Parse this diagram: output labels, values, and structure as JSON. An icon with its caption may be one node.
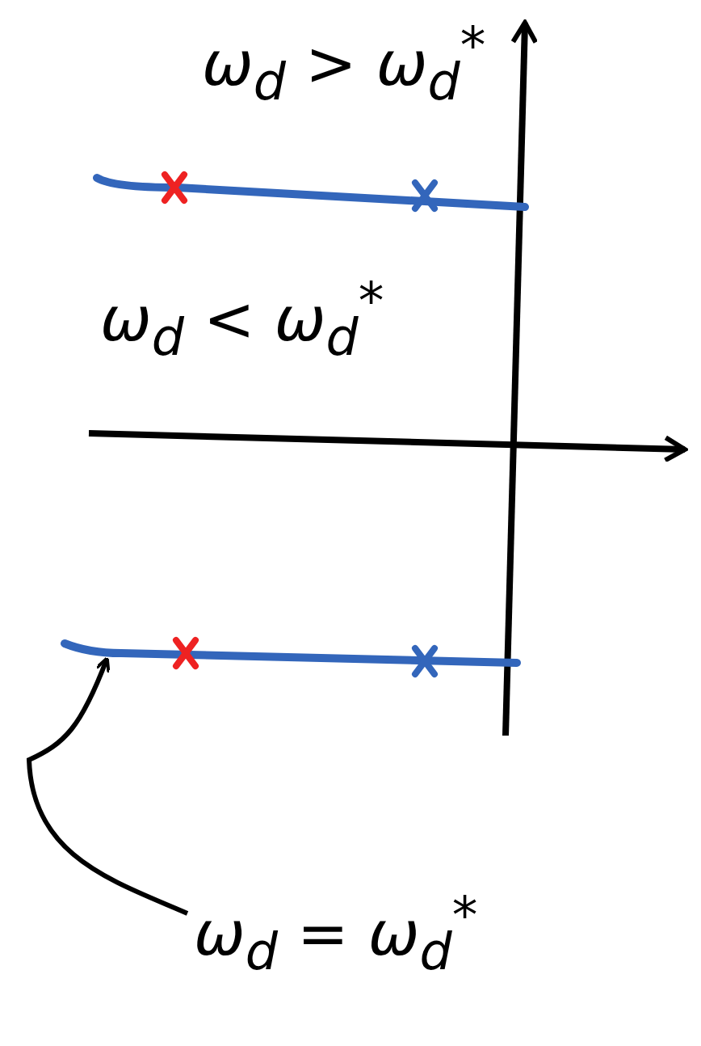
{
  "diagram": {
    "nodes": [
      {
        "text": [
          "ω$_{d}$ = ω$_{d}$$^{*}$"
        ]
      },
      {
        "text": [],
        "shape": "bar"
      }
    ],
    "edges": [
      {
        "from": 0,
        "to": 1,
        "arrow": "to"
      }
    ],
    "labels": [
      "ω$_{d}$ > ω$_{d}$$^{*}$",
      "ω$_{d}$ < ω$_{d}$$^{*}$"
    ]
  }
}
